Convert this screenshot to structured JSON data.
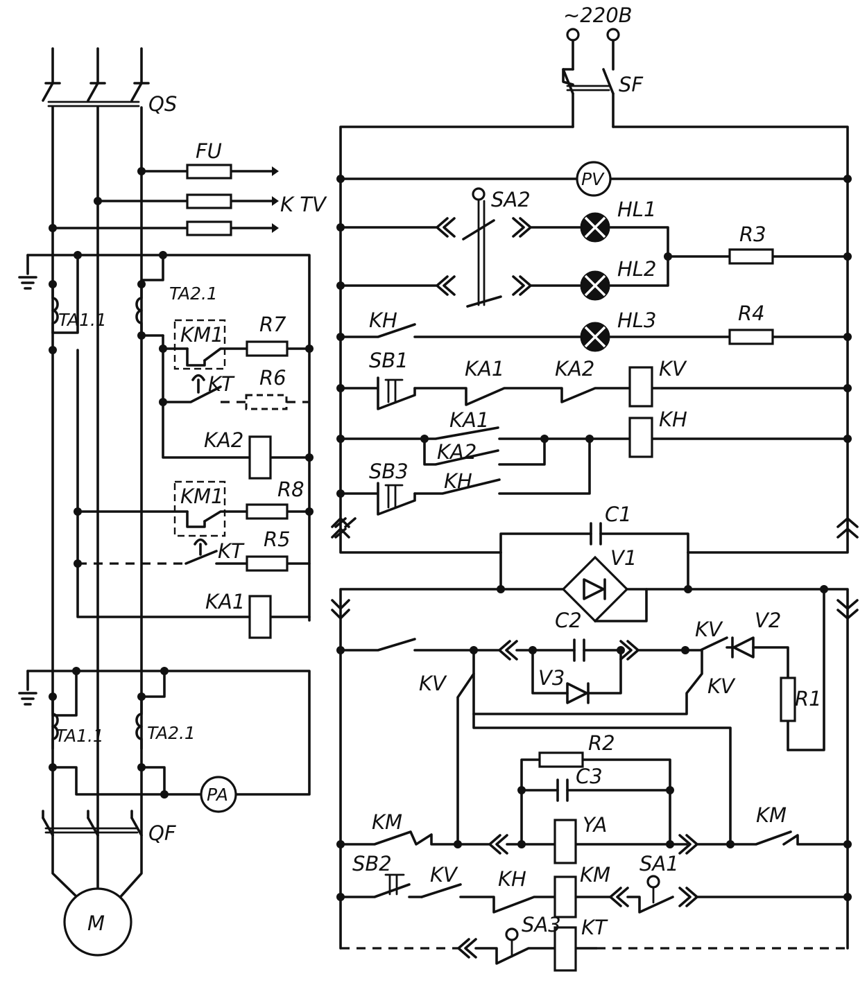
{
  "labels": {
    "supply": "~220В",
    "QS": "QS",
    "SF": "SF",
    "FU": "FU",
    "KTV": "K TV",
    "PV": "PV",
    "SA2": "SA2",
    "HL1": "HL1",
    "HL2": "HL2",
    "HL3": "HL3",
    "R3": "R3",
    "R4": "R4",
    "TA21_top": "TA2.1",
    "TA11_top": "TA1.1",
    "KM1_a": "KM1",
    "R7": "R7",
    "KT_a": "KT",
    "R6": "R6",
    "KA2_coil": "KA2",
    "KM1_b": "KM1",
    "R8": "R8",
    "KT_b": "KT",
    "R5": "R5",
    "KA1_coil": "KA1",
    "KH_contact": "KH",
    "SB1": "SB1",
    "KA1_c1": "KA1",
    "KA2_c1": "KA2",
    "KV_coil": "KV",
    "KA1_c2": "KA1",
    "KA2_c2": "KA2",
    "KH_coil": "KH",
    "SB3": "SB3",
    "KH_c3": "KH",
    "C1": "C1",
    "V1": "V1",
    "C2": "C2",
    "KV_top": "KV",
    "V2": "V2",
    "KV_left": "KV",
    "V3": "V3",
    "KV_right": "KV",
    "R1": "R1",
    "R2": "R2",
    "C3": "C3",
    "KM_left": "KM",
    "YA": "YA",
    "KM_right": "KM",
    "SB2": "SB2",
    "KV_bottom": "KV",
    "KH_bottom": "KH",
    "KM_coil": "KM",
    "SA1": "SA1",
    "SA3": "SA3",
    "KT_coil": "KT",
    "TA11_bottom": "TA1.1",
    "TA21_bottom": "TA2.1",
    "PA": "PA",
    "QF": "QF",
    "M": "M"
  }
}
